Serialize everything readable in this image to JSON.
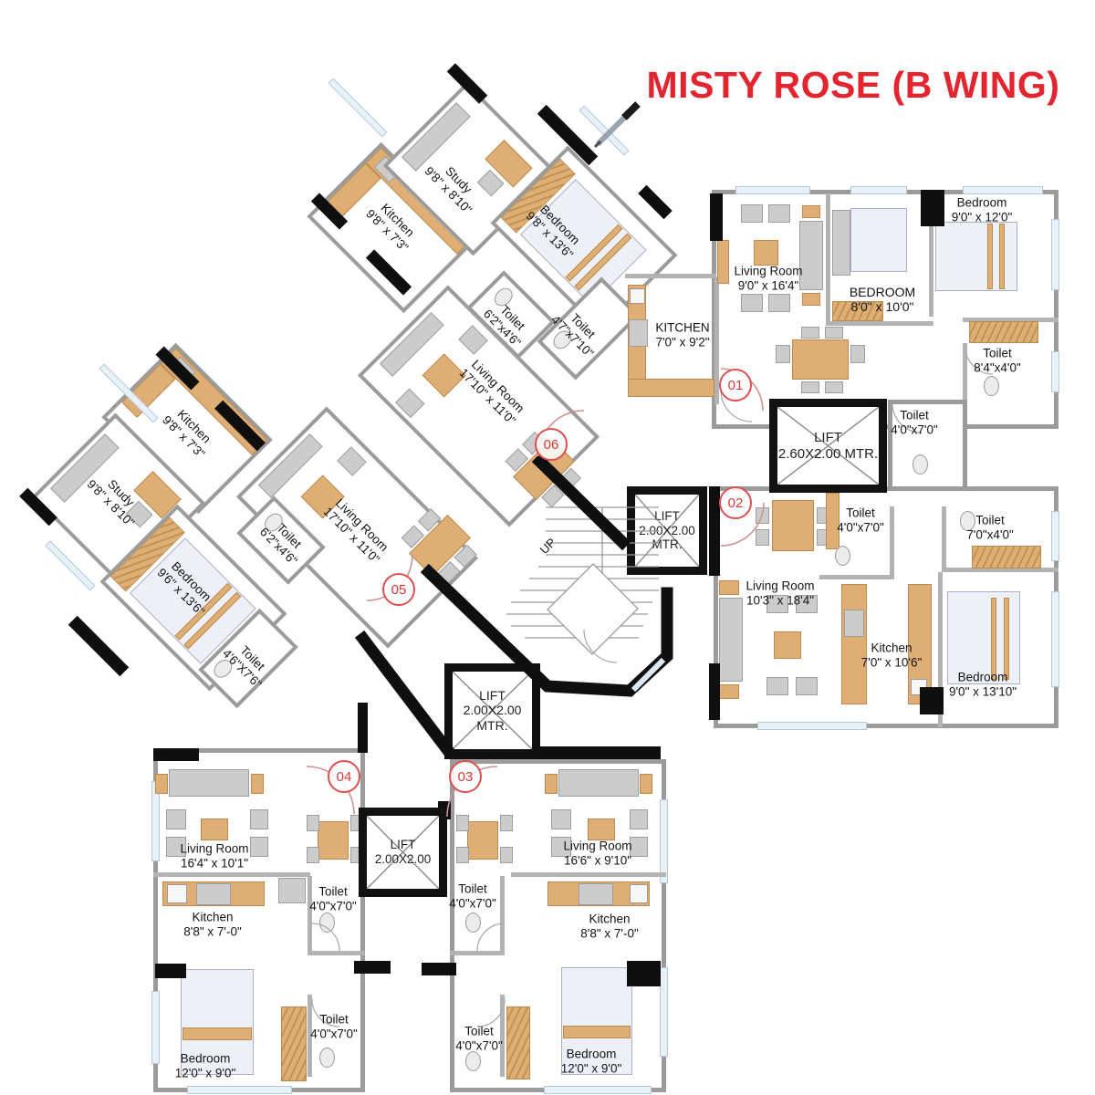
{
  "title": "MISTY ROSE (B WING)",
  "colors": {
    "accent_red": "#e32530",
    "wall_gray": "#9b9b9b",
    "wall_black": "#0f0f0f",
    "furniture_tan": "#dfae74",
    "furniture_gray": "#cccccc",
    "window_blue": "#e8f0f8"
  },
  "stairs": {
    "up_label": "UP"
  },
  "unit_markers": {
    "u01": "01",
    "u02": "02",
    "u03": "03",
    "u04": "04",
    "u05": "05",
    "u06": "06"
  },
  "lifts": {
    "lift1": {
      "label": "LIFT",
      "size": "2.60X2.00 MTR."
    },
    "lift2": {
      "label": "LIFT",
      "size": "2.00X2.00 MTR."
    },
    "lift3": {
      "label": "LIFT",
      "size": "2.00X2.00 MTR."
    },
    "lift4": {
      "label": "LIFT",
      "size": "2.00X2.00"
    }
  },
  "units": {
    "u01": {
      "rooms": {
        "living": {
          "name": "Living Room",
          "dim": "9'0\" x 16'4\""
        },
        "bedroom_m": {
          "name": "BEDROOM",
          "dim": "8'0\" x 10'0\""
        },
        "bedroom_r": {
          "name": "Bedroom",
          "dim": "9'0\" x 12'0\""
        },
        "kitchen": {
          "name": "KITCHEN",
          "dim": "7'0\" x 9'2\""
        },
        "toilet_a": {
          "name": "Toilet",
          "dim": "8'4\"x4'0\""
        },
        "toilet_b": {
          "name": "Toilet",
          "dim": "4'0\"x7'0\""
        }
      }
    },
    "u02": {
      "rooms": {
        "toilet_a": {
          "name": "Toilet",
          "dim": "4'0\"x7'0\""
        },
        "toilet_b": {
          "name": "Toilet",
          "dim": "7'0\"x4'0\""
        },
        "living": {
          "name": "Living Room",
          "dim": "10'3\" x 18'4\""
        },
        "kitchen": {
          "name": "Kitchen",
          "dim": "7'0\" x 10'6\""
        },
        "bedroom": {
          "name": "Bedroom",
          "dim": "9'0\" x 13'10\""
        }
      }
    },
    "u03": {
      "rooms": {
        "living": {
          "name": "Living Room",
          "dim": "16'6\" x 9'10\""
        },
        "kitchen": {
          "name": "Kitchen",
          "dim": "8'8\" x 7'-0\""
        },
        "toilet_a": {
          "name": "Toilet",
          "dim": "4'0\"x7'0\""
        },
        "toilet_b": {
          "name": "Toilet",
          "dim": "4'0\"x7'0\""
        },
        "bedroom": {
          "name": "Bedroom",
          "dim": "12'0\" x 9'0\""
        }
      }
    },
    "u04": {
      "rooms": {
        "living": {
          "name": "Living Room",
          "dim": "16'4\" x 10'1\""
        },
        "kitchen": {
          "name": "Kitchen",
          "dim": "8'8\" x 7'-0\""
        },
        "toilet_a": {
          "name": "Toilet",
          "dim": "4'0\"x7'0\""
        },
        "toilet_b": {
          "name": "Toilet",
          "dim": "4'0\"x7'0\""
        },
        "bedroom": {
          "name": "Bedroom",
          "dim": "12'0\" x 9'0\""
        }
      }
    },
    "u05": {
      "rooms": {
        "kitchen": {
          "name": "Kitchen",
          "dim": "9'8\" x 7'3\""
        },
        "study": {
          "name": "Study",
          "dim": "9'8\" x 8'10\""
        },
        "bedroom": {
          "name": "Bedroom",
          "dim": "9'6\" x 13'6\""
        },
        "toilet_a": {
          "name": "Toilet",
          "dim": "6'2\"x4'6\""
        },
        "toilet_b": {
          "name": "Toilet",
          "dim": "4'6\"X7'6\""
        },
        "living": {
          "name": "Living Room",
          "dim": "17'10\" x 11'0\""
        }
      }
    },
    "u06": {
      "rooms": {
        "kitchen": {
          "name": "Kitchen",
          "dim": "9'8\" x 7'3\""
        },
        "study": {
          "name": "Study",
          "dim": "9'8\" x 8'10\""
        },
        "bedroom": {
          "name": "Bedroom",
          "dim": "9'8\" x 13'6\""
        },
        "toilet_a": {
          "name": "Toilet",
          "dim": "6'2\"x4'6\""
        },
        "toilet_b": {
          "name": "Toilet",
          "dim": "4'7\"x7'10\""
        },
        "living": {
          "name": "Living Room",
          "dim": "17'10\" x 11'0\""
        }
      }
    }
  }
}
